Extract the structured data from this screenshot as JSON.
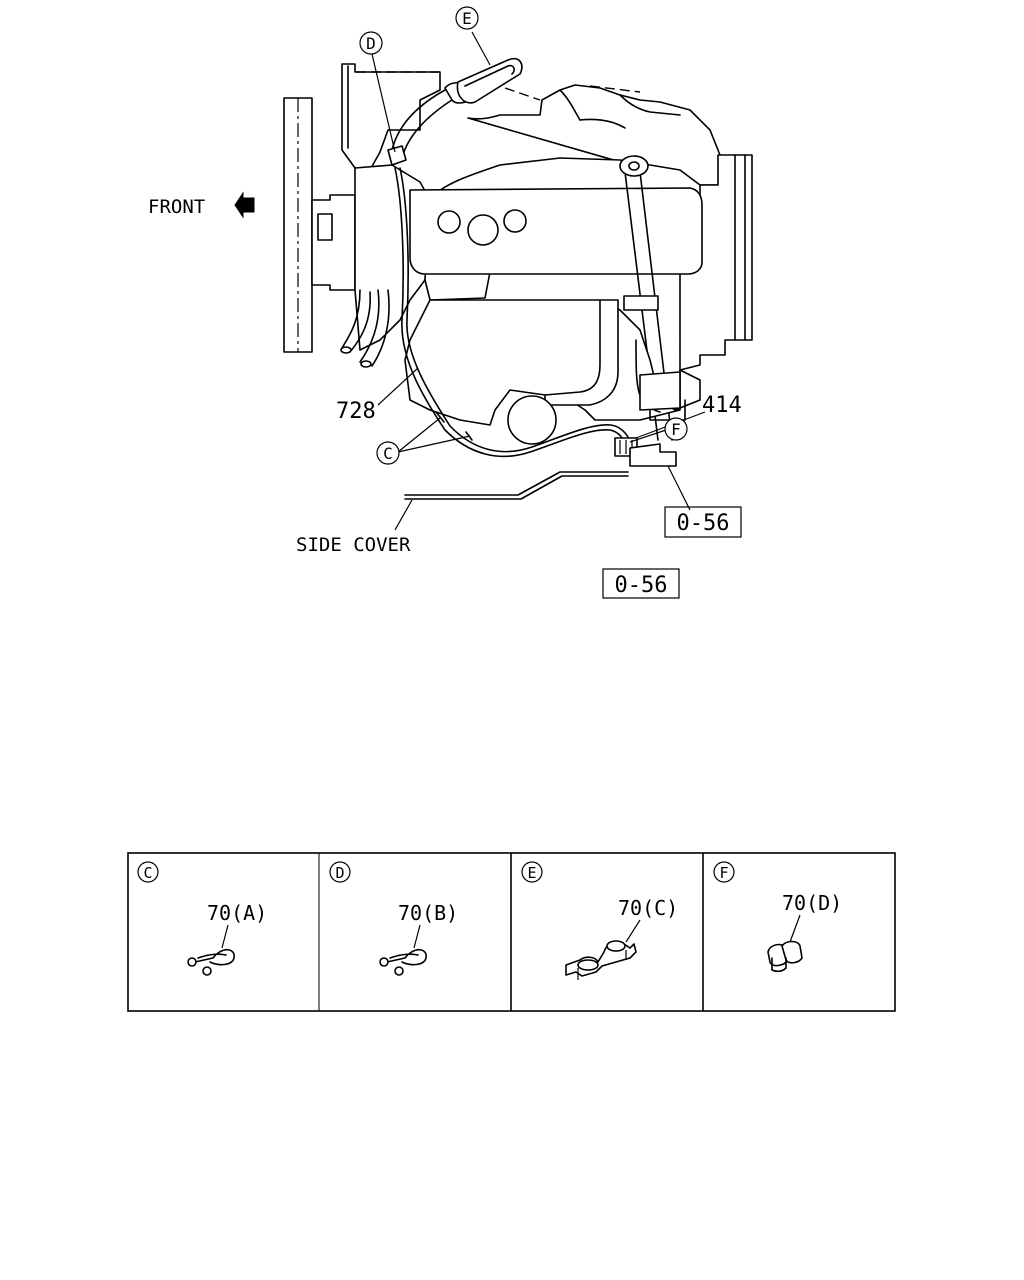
{
  "labels": {
    "front": "FRONT",
    "part_728": "728",
    "part_414": "414",
    "side_cover": "SIDE COVER",
    "ref_box_1": "0-56",
    "ref_box_2": "0-56"
  },
  "callouts": {
    "c": "C",
    "d": "D",
    "e": "E",
    "f": "F"
  },
  "detail_panels": [
    {
      "letter": "C",
      "part": "70(A)"
    },
    {
      "letter": "D",
      "part": "70(B)"
    },
    {
      "letter": "E",
      "part": "70(C)"
    },
    {
      "letter": "F",
      "part": "70(D)"
    }
  ]
}
